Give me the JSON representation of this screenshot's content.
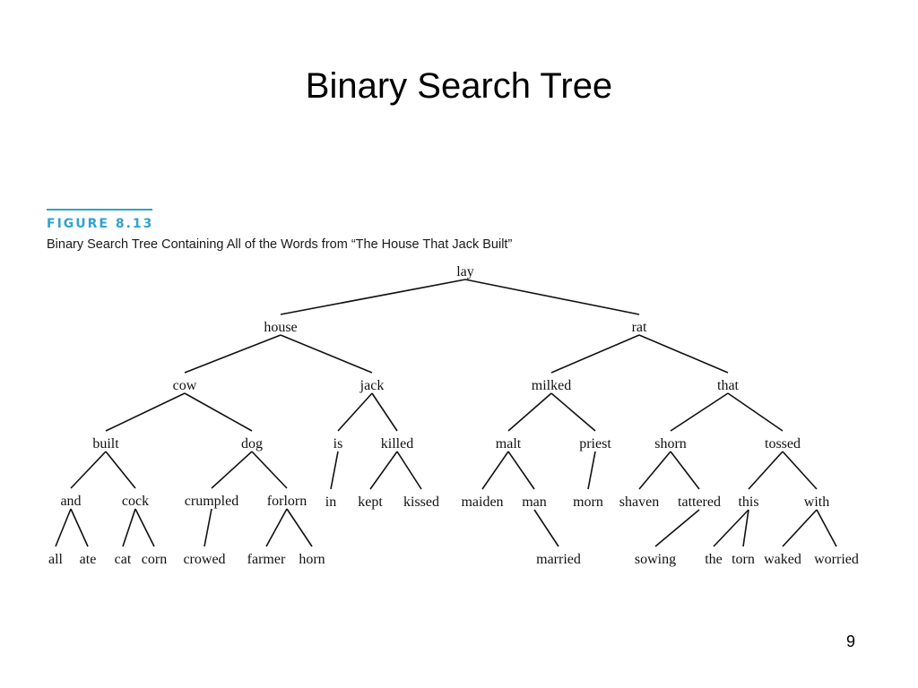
{
  "slide": {
    "title": "Binary Search Tree",
    "page_number": "9"
  },
  "figure": {
    "label": "FIGURE 8.13",
    "caption": "Binary Search Tree Containing All of the Words from “The House That Jack Built”",
    "accent_color": "#2ea3d3"
  },
  "tree": {
    "nodes": [
      {
        "id": "lay",
        "label": "lay"
      },
      {
        "id": "house",
        "label": "house"
      },
      {
        "id": "rat",
        "label": "rat"
      },
      {
        "id": "cow",
        "label": "cow"
      },
      {
        "id": "jack",
        "label": "jack"
      },
      {
        "id": "milked",
        "label": "milked"
      },
      {
        "id": "that",
        "label": "that"
      },
      {
        "id": "built",
        "label": "built"
      },
      {
        "id": "dog",
        "label": "dog"
      },
      {
        "id": "is",
        "label": "is"
      },
      {
        "id": "killed",
        "label": "killed"
      },
      {
        "id": "malt",
        "label": "malt"
      },
      {
        "id": "priest",
        "label": "priest"
      },
      {
        "id": "shorn",
        "label": "shorn"
      },
      {
        "id": "tossed",
        "label": "tossed"
      },
      {
        "id": "and",
        "label": "and"
      },
      {
        "id": "cock",
        "label": "cock"
      },
      {
        "id": "crumpled",
        "label": "crumpled"
      },
      {
        "id": "forlorn",
        "label": "forlorn"
      },
      {
        "id": "in",
        "label": "in"
      },
      {
        "id": "kept",
        "label": "kept"
      },
      {
        "id": "kissed",
        "label": "kissed"
      },
      {
        "id": "maiden",
        "label": "maiden"
      },
      {
        "id": "man",
        "label": "man"
      },
      {
        "id": "morn",
        "label": "morn"
      },
      {
        "id": "shaven",
        "label": "shaven"
      },
      {
        "id": "tattered",
        "label": "tattered"
      },
      {
        "id": "this",
        "label": "this"
      },
      {
        "id": "with",
        "label": "with"
      },
      {
        "id": "all",
        "label": "all"
      },
      {
        "id": "ate",
        "label": "ate"
      },
      {
        "id": "cat",
        "label": "cat"
      },
      {
        "id": "corn",
        "label": "corn"
      },
      {
        "id": "crowed",
        "label": "crowed"
      },
      {
        "id": "farmer",
        "label": "farmer"
      },
      {
        "id": "horn",
        "label": "horn"
      },
      {
        "id": "married",
        "label": "married"
      },
      {
        "id": "sowing",
        "label": "sowing"
      },
      {
        "id": "the",
        "label": "the"
      },
      {
        "id": "torn",
        "label": "torn"
      },
      {
        "id": "waked",
        "label": "waked"
      },
      {
        "id": "worried",
        "label": "worried"
      }
    ],
    "edges": [
      [
        "lay",
        "house"
      ],
      [
        "lay",
        "rat"
      ],
      [
        "house",
        "cow"
      ],
      [
        "house",
        "jack"
      ],
      [
        "rat",
        "milked"
      ],
      [
        "rat",
        "that"
      ],
      [
        "cow",
        "built"
      ],
      [
        "cow",
        "dog"
      ],
      [
        "jack",
        "is"
      ],
      [
        "jack",
        "killed"
      ],
      [
        "milked",
        "malt"
      ],
      [
        "milked",
        "priest"
      ],
      [
        "that",
        "shorn"
      ],
      [
        "that",
        "tossed"
      ],
      [
        "built",
        "and"
      ],
      [
        "built",
        "cock"
      ],
      [
        "dog",
        "crumpled"
      ],
      [
        "dog",
        "forlorn"
      ],
      [
        "is",
        "in"
      ],
      [
        "killed",
        "kept"
      ],
      [
        "killed",
        "kissed"
      ],
      [
        "malt",
        "maiden"
      ],
      [
        "malt",
        "man"
      ],
      [
        "priest",
        "morn"
      ],
      [
        "shorn",
        "shaven"
      ],
      [
        "shorn",
        "tattered"
      ],
      [
        "tossed",
        "this"
      ],
      [
        "tossed",
        "with"
      ],
      [
        "and",
        "all"
      ],
      [
        "and",
        "ate"
      ],
      [
        "cock",
        "cat"
      ],
      [
        "cock",
        "corn"
      ],
      [
        "crumpled",
        "crowed"
      ],
      [
        "forlorn",
        "farmer"
      ],
      [
        "forlorn",
        "horn"
      ],
      [
        "man",
        "married"
      ],
      [
        "tattered",
        "sowing"
      ],
      [
        "this",
        "the"
      ],
      [
        "this",
        "torn"
      ],
      [
        "with",
        "waked"
      ],
      [
        "with",
        "worried"
      ]
    ]
  }
}
